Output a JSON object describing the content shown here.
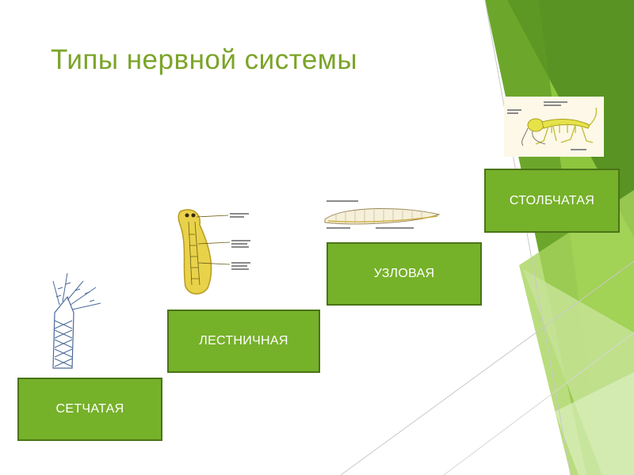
{
  "slide": {
    "title": "Типы нервной системы"
  },
  "steps": [
    {
      "label": "СЕТЧАТАЯ"
    },
    {
      "label": "ЛЕСТНИЧНАЯ"
    },
    {
      "label": "УЗЛОВАЯ"
    },
    {
      "label": "СТОЛБЧАТАЯ"
    }
  ],
  "illustrations": {
    "hydra": {
      "icon": "hydra-diffuse-nervous-system-icon"
    },
    "planarian": {
      "icon": "planarian-ladder-nervous-system-icon"
    },
    "annelid": {
      "icon": "annelid-ganglionic-chain-icon"
    },
    "vertebrate": {
      "icon": "vertebrate-tubular-nervous-system-icon"
    }
  },
  "colors": {
    "title": "#7ba428",
    "button_fill": "#76b12a",
    "button_border": "#4a7416",
    "decor_dark": "#4f8a1e",
    "decor_mid": "#8ec63f",
    "decor_light": "#c8e39a"
  }
}
